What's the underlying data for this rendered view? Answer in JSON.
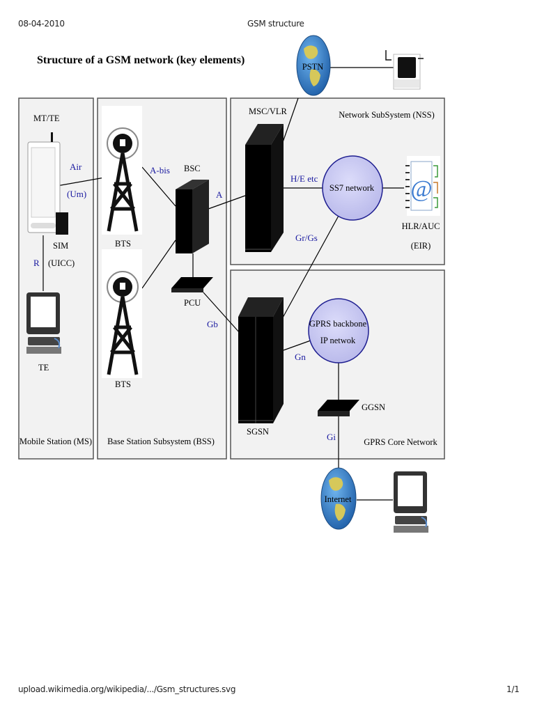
{
  "header": {
    "date": "08-04-2010",
    "title": "GSM structure"
  },
  "footer": {
    "url": "upload.wikimedia.org/wikipedia/.../Gsm_structures.svg",
    "page": "1/1"
  },
  "diagram": {
    "title": "Structure of a GSM network (key elements)",
    "sections": {
      "ms": "Mobile Station (MS)",
      "bss": "Base Station Subsystem (BSS)",
      "nss": "Network SubSystem (NSS)",
      "gprs": "GPRS Core Network"
    },
    "nodes": {
      "mt_te": "MT/TE",
      "sim": "SIM",
      "uicc": "(UICC)",
      "te": "TE",
      "bts_top": "BTS",
      "bts_bottom": "BTS",
      "bsc": "BSC",
      "pcu": "PCU",
      "msc_vlr": "MSC/VLR",
      "ss7": "SS7 network",
      "hlr_auc": "HLR/AUC",
      "eir": "(EIR)",
      "pstn": "PSTN",
      "gprs_backbone_1": "GPRS backbone",
      "gprs_backbone_2": "IP netwok",
      "sgsn": "SGSN",
      "ggsn": "GGSN",
      "internet": "Internet"
    },
    "interfaces": {
      "air": "Air",
      "um": "(Um)",
      "r": "R",
      "abis": "A-bis",
      "a": "A",
      "he": "H/E etc",
      "grgs": "Gr/Gs",
      "gb": "Gb",
      "gn": "Gn",
      "gi": "Gi"
    },
    "colors": {
      "interface_label": "#1a1aa0",
      "cloud_fill": "#c8c8f2",
      "cloud_stroke": "#1e1e90",
      "panel_fill": "#f2f2f2",
      "panel_stroke": "#555555",
      "globe_ocean": "#2f7fc8",
      "globe_land": "#d6c85a"
    }
  }
}
